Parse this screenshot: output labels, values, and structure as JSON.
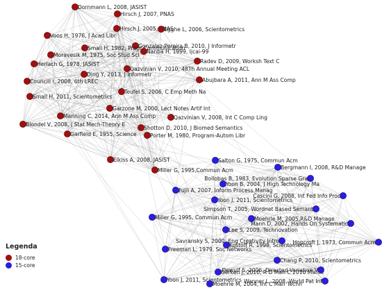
{
  "legend": {
    "title": "Legenda",
    "items": [
      {
        "label": "18-core",
        "color": "#a01010"
      },
      {
        "label": "15-core",
        "color": "#2a1ee0"
      }
    ]
  },
  "colors": {
    "core18": "#a01010",
    "core15": "#2a1ee0",
    "edge": "#9a9a9a"
  },
  "nodes": [
    {
      "label": "Dornmann L, 2008, JASIST",
      "group": "18-core"
    },
    {
      "label": "Hirsch J, 2007, PNAS",
      "group": "18-core"
    },
    {
      "label": "Hirsch J, 2005, PNAS",
      "group": "18-core"
    },
    {
      "label": "Egghe L, 2006, Scientometrics",
      "group": "18-core"
    },
    {
      "label": "Voos H, 1976, J Acad Libr",
      "group": "18-core"
    },
    {
      "label": "Gonzalez-Pereira B, 2010, J Informetr",
      "group": "18-core"
    },
    {
      "label": "Small H, 1982, Progr Communication",
      "group": "18-core"
    },
    {
      "label": "Nanba H, 1999, Ijcai-99",
      "group": "18-core"
    },
    {
      "label": "Moravesik M, 1975, Soc Stud Sci",
      "group": "18-core"
    },
    {
      "label": "Radev D, 2009, Worksh Text C",
      "group": "18-core"
    },
    {
      "label": "Herlach G, 1978, JASIST",
      "group": "18-core"
    },
    {
      "label": "Qazvinian V, 2010, 48Th Annual Meeting ACL",
      "group": "18-core"
    },
    {
      "label": "Ding Y, 2013, J Informetr",
      "group": "18-core"
    },
    {
      "label": "Abujbara A, 2011, Ann M Ass Comp",
      "group": "18-core"
    },
    {
      "label": "Councill I, 2008, 6th LREC",
      "group": "18-core"
    },
    {
      "label": "Teufel S, 2006, C Emp Meth Na",
      "group": "18-core"
    },
    {
      "label": "Small H, 2011, Scientometrics",
      "group": "18-core"
    },
    {
      "label": "Garzone M, 2000, Lect Notes Artif Int",
      "group": "18-core"
    },
    {
      "label": "Manning C, 2014, Ann M Ass Comp",
      "group": "18-core"
    },
    {
      "label": "Qazvinian V, 2008, Int C Comp Ling",
      "group": "18-core"
    },
    {
      "label": "Blondel V, 2008, J Stat Mech-Theory E",
      "group": "18-core"
    },
    {
      "label": "Shotton D, 2010, J Biomed Semantics",
      "group": "18-core"
    },
    {
      "label": "Garfield E, 1955, Science",
      "group": "18-core"
    },
    {
      "label": "Porter M, 1980, Program-Autom Libr",
      "group": "18-core"
    },
    {
      "label": "Elkiss A, 2008, JASIST",
      "group": "18-core"
    },
    {
      "label": "Miller G, 1995,Commun Acm",
      "group": "18-core"
    },
    {
      "label": "Salton G, 1975, Commun Acm",
      "group": "15-core"
    },
    {
      "label": "Bergmann I, 2008, R&D Manage",
      "group": "15-core"
    },
    {
      "label": "Bollobas B, 1983, Evolution Sparse Gra",
      "group": "15-core"
    },
    {
      "label": "Yoon B, 2004, J High Technology Ma",
      "group": "15-core"
    },
    {
      "label": "Fujii A, 2007, Inform Process Manag",
      "group": "15-core"
    },
    {
      "label": "Cascini G, 2008, Int Fed Info Proc",
      "group": "15-core"
    },
    {
      "label": "Yoon J, 2011, Scientometrics",
      "group": "15-core"
    },
    {
      "label": "Simpson T, 2005, Wordnet Based Semant",
      "group": "15-core"
    },
    {
      "label": "Miller G, 1995, Commun Acm",
      "group": "15-core"
    },
    {
      "label": "Moehrle M, 2005,R&D Manage",
      "group": "15-core"
    },
    {
      "label": "Mann D, 2002, Hands On Systematic",
      "group": "15-core"
    },
    {
      "label": "Lee S, 2009, Technovation",
      "group": "15-core"
    },
    {
      "label": "Savransky S, 2000, Eng Creativity Intro",
      "group": "15-core"
    },
    {
      "label": "Kostoff R, 1998, Scientometrics",
      "group": "15-core"
    },
    {
      "label": "Freeman L, 1979, Soc Networks",
      "group": "15-core"
    },
    {
      "label": "Hopcroft J, 1973, Commun Acm",
      "group": "15-core"
    },
    {
      "label": "Chang P, 2010, Scientometrics",
      "group": "15-core"
    },
    {
      "label": "Gerken J, 2010, R D Man C 2010 March",
      "group": "15-core"
    },
    {
      "label": "Dewulf S, 2006, Directed Variation V",
      "group": "15-core"
    },
    {
      "label": "Yoon J, 2011, Scientometrics",
      "group": "15-core"
    },
    {
      "label": "Wanner L, 2008, World Pat Inf",
      "group": "15-core"
    },
    {
      "label": "Moehrle M, 2004, Int C Man Techn",
      "group": "15-core"
    }
  ]
}
